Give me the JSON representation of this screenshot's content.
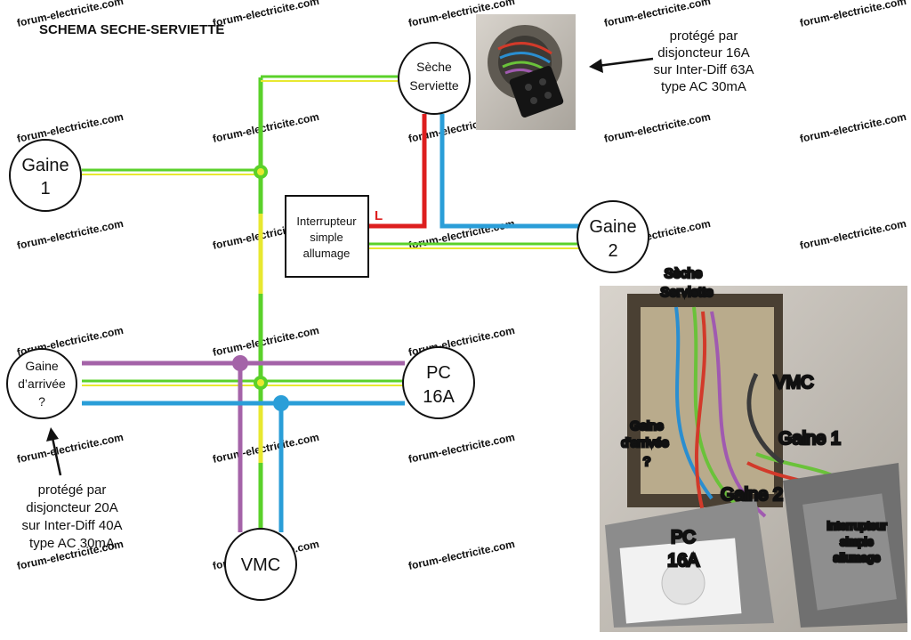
{
  "title": "SCHEMA SECHE-SERVIETTE",
  "watermark": "forum-electricite.com",
  "nodes": {
    "seche": [
      "Sèche",
      "Serviette"
    ],
    "gaine1": [
      "Gaine",
      "1"
    ],
    "gaine2": [
      "Gaine",
      "2"
    ],
    "interrupteur": [
      "Interrupteur",
      "simple",
      "allumage"
    ],
    "gaine_arrivee": [
      "Gaine",
      "d’arrivée",
      "?"
    ],
    "pc": [
      "PC",
      "16A"
    ],
    "vmc": "VMC"
  },
  "wire_label_L": "L",
  "note_top": [
    "protégé par",
    "disjoncteur 16A",
    "sur Inter-Diff 63A",
    "type AC 30mA"
  ],
  "note_bottom": [
    "protégé par",
    "disjoncteur 20A",
    "sur Inter-Diff 40A",
    "type AC 30mA"
  ],
  "photo_labels": {
    "seche": [
      "Sèche",
      "Serviette"
    ],
    "vmc": "VMC",
    "gaine_arrivee": [
      "Gaine",
      "d'arrivée",
      "?"
    ],
    "gaine1": "Gaine 1",
    "gaine2": "Gaine 2",
    "pc": [
      "PC",
      "16A"
    ],
    "interrupteur": [
      "Interrupteur",
      "simple",
      "allumage"
    ]
  },
  "colors": {
    "earth_green": "#5ad12a",
    "earth_yellow": "#e8e830",
    "live": "#dd1f1f",
    "neutral": "#2a9ed8",
    "violet": "#a463a8"
  }
}
